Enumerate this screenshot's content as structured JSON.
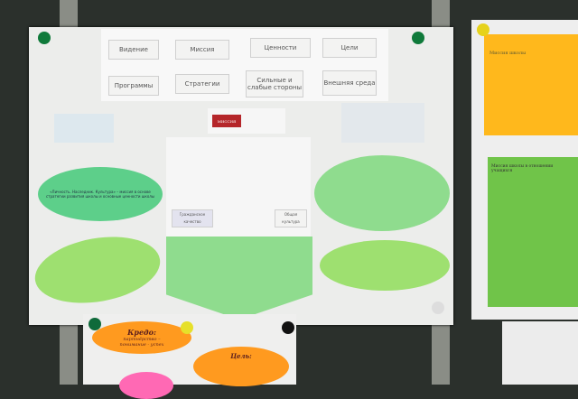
{
  "diagram": {
    "vision": "Видение",
    "mission": "Миссия",
    "values": "Ценности",
    "goals": "Цели",
    "programs": "Программы",
    "strategies": "Стратегии",
    "strengths": "Сильные и слабые стороны",
    "environment": "Внешняя среда"
  },
  "labels": {
    "mission_tag": "МИССИЯ",
    "general_culture": "Общая культура",
    "civic_quality": "Гражданское качество"
  },
  "left_ellipse": "«Личность. Наследник. Культура» – миссия в основе стратегии развития школы и основные ценности школы",
  "credo": {
    "title": "Кредо:",
    "text": "партнёрство – понимание - успех"
  },
  "goal": {
    "title": "Цель:"
  },
  "right_panel": {
    "title": "Миссия школы",
    "green_title": "Миссия школы в отношении учащихся"
  },
  "colors": {
    "green": "#5dcf8a",
    "lightgreen": "#9ee070",
    "orange": "#ff9a1f",
    "yellow": "#ffb81c"
  }
}
